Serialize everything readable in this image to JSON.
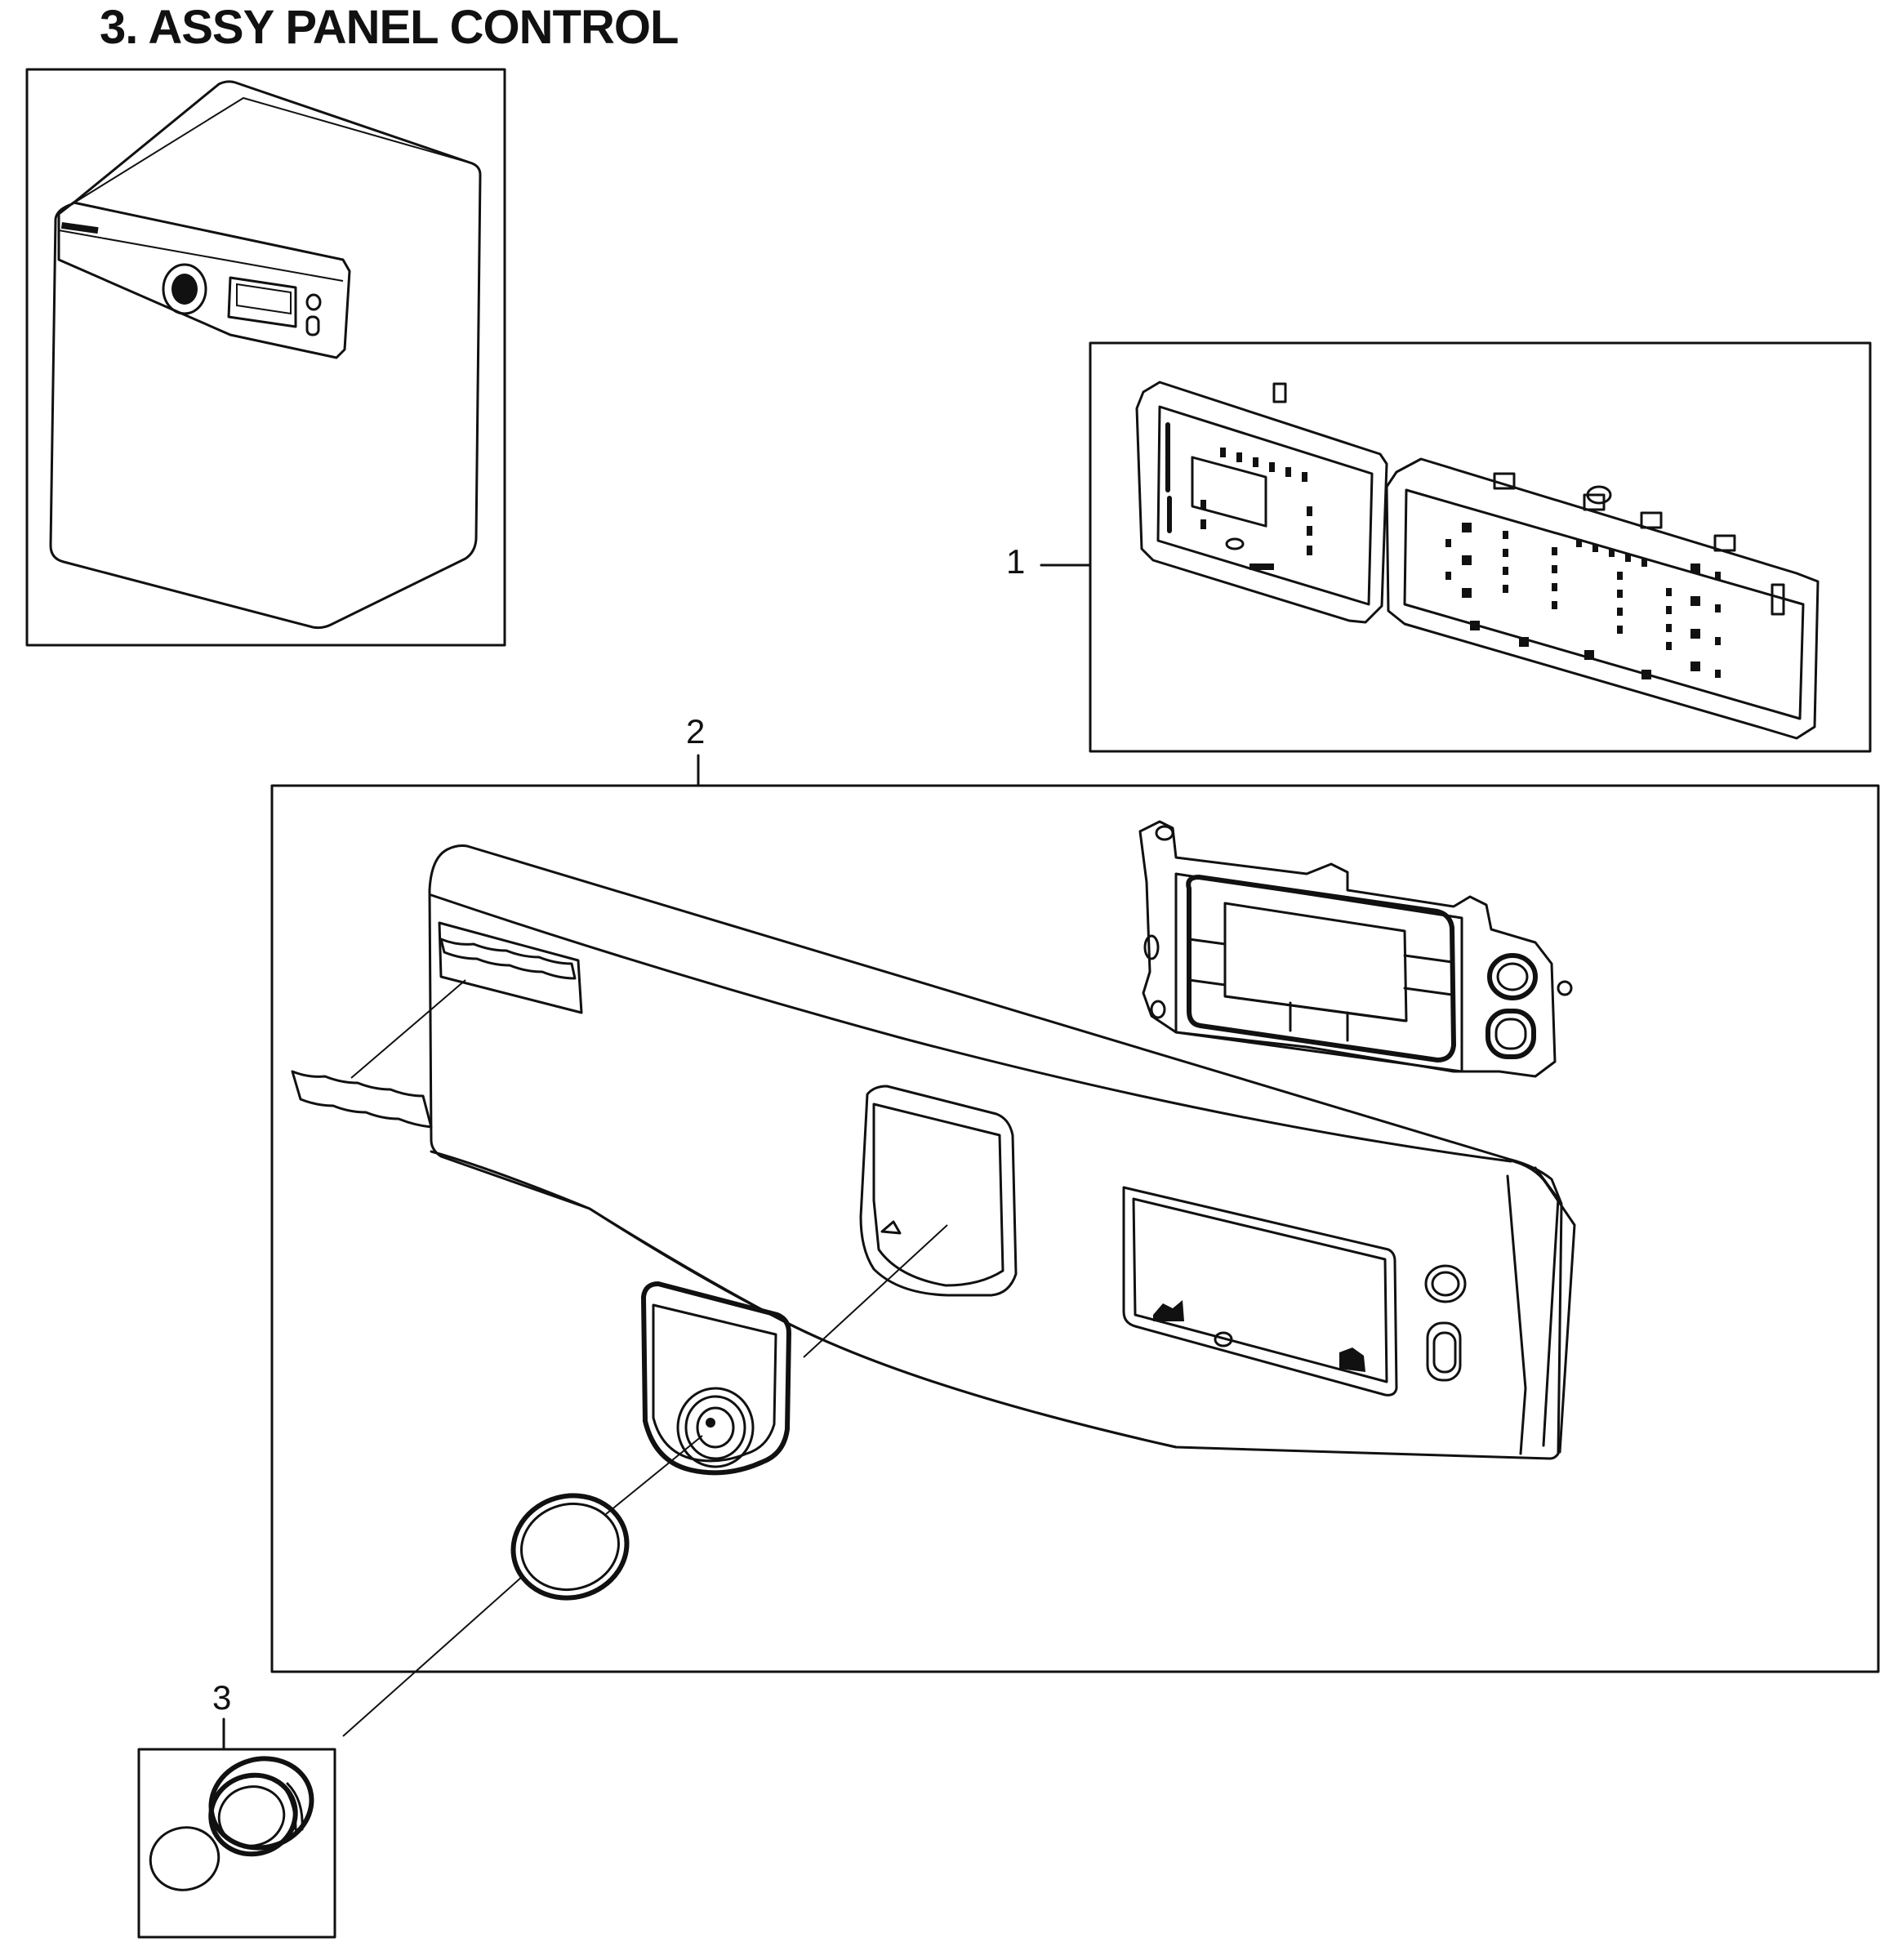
{
  "diagram": {
    "title": "3. ASSY PANEL CONTROL",
    "callouts": [
      {
        "id": "callout-1",
        "label": "1"
      },
      {
        "id": "callout-2",
        "label": "2"
      },
      {
        "id": "callout-3",
        "label": "3"
      }
    ]
  }
}
